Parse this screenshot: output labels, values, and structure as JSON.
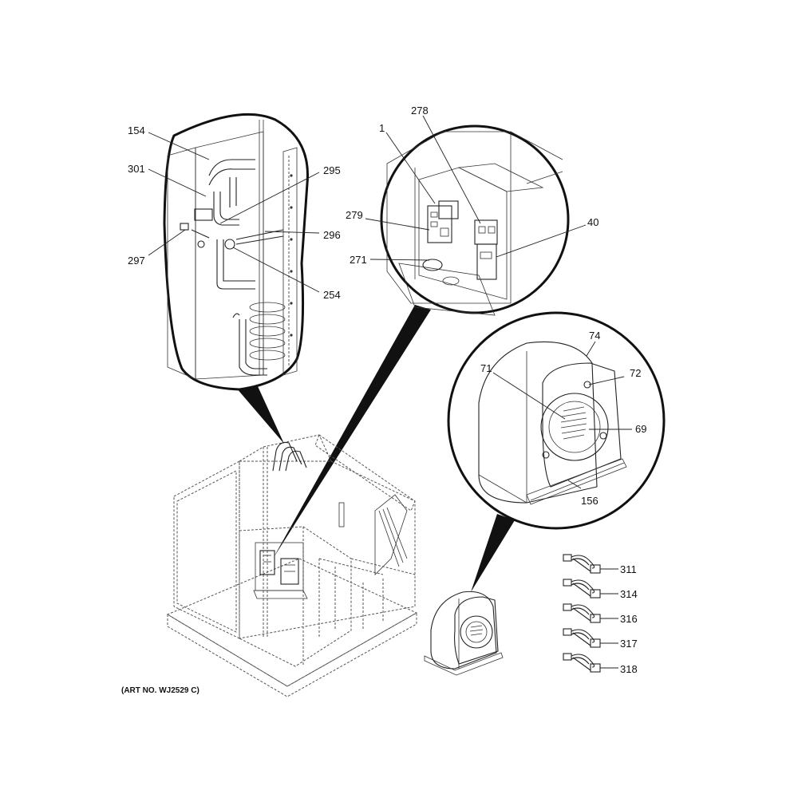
{
  "art_number": "(ART NO. WJ2529 C)",
  "callouts": {
    "c154": "154",
    "c301": "301",
    "c295": "295",
    "c296": "296",
    "c297": "297",
    "c254": "254",
    "c1": "1",
    "c278": "278",
    "c279": "279",
    "c40": "40",
    "c271": "271",
    "c74": "74",
    "c71": "71",
    "c72": "72",
    "c69": "69",
    "c156": "156",
    "c311": "311",
    "c314": "314",
    "c316": "316",
    "c317": "317",
    "c318": "318"
  }
}
